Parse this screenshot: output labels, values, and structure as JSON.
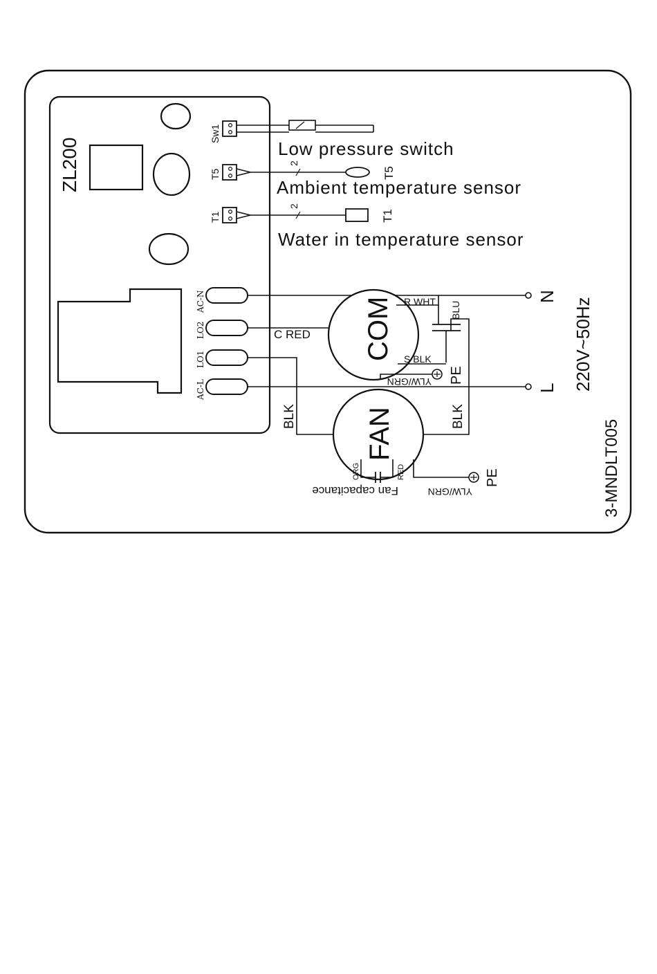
{
  "board": {
    "model": "ZL200",
    "terminals": [
      "Sw1",
      "T5",
      "T1"
    ],
    "relay_pins": [
      "AC-N",
      "LO2",
      "LO1",
      "AC-L"
    ]
  },
  "sensors": {
    "low_pressure_switch": "Low pressure switch",
    "ambient_sensor": "Ambient temperature sensor",
    "water_in_sensor": "Water in temperature sensor",
    "t5_tag": "T5",
    "t1_tag": "T1",
    "wire_count": "2"
  },
  "power": {
    "n": "N",
    "l": "L",
    "supply": "220V~50Hz"
  },
  "compressor": {
    "label": "COM",
    "r_wire": "R WHT",
    "c_wire": "C RED",
    "s_wire": "S BLK",
    "cap_wire": "BLU",
    "ground_wire": "YLW/GRN",
    "pe": "PE"
  },
  "fan": {
    "label": "FAN",
    "wire_left": "BLK",
    "wire_right": "BLK",
    "cap_left": "ORG",
    "cap_right": "RED",
    "capacitance": "Fan capacitance",
    "ground_wire": "YLW/GRN",
    "pe": "PE"
  },
  "drawing_no": "3-MNDLT005"
}
